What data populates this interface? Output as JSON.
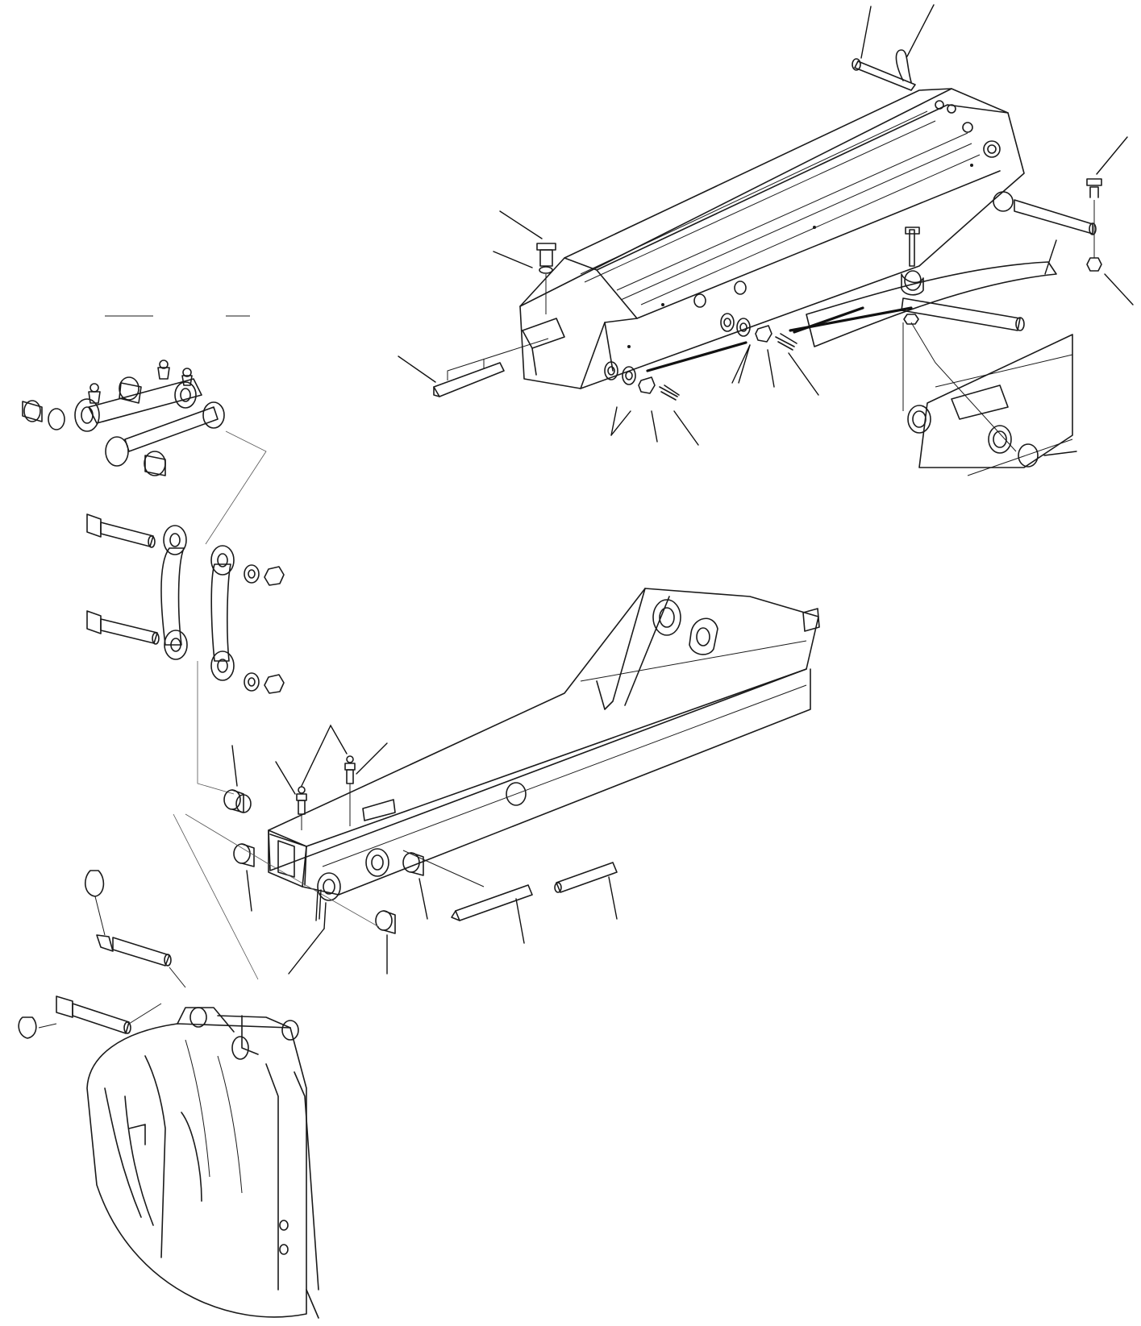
{
  "diagram": {
    "style": "exploded parts view, black line art on white",
    "line_color": "#1a1a1a",
    "background": "#ffffff",
    "components": [
      {
        "name": "boom-arm-assembly",
        "icon": "boom-icon"
      },
      {
        "name": "dipper-arm",
        "icon": "dipper-icon"
      },
      {
        "name": "bucket",
        "icon": "bucket-icon"
      },
      {
        "name": "linkage-assembly",
        "icon": "linkage-icon"
      },
      {
        "name": "pins-and-fasteners",
        "icon": "pin-icon"
      }
    ]
  }
}
